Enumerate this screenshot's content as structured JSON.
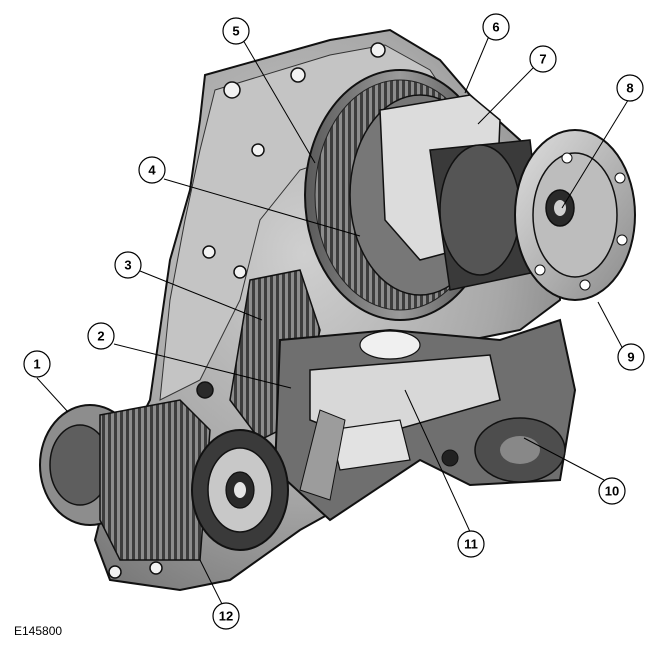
{
  "figure": {
    "id": "E145800"
  },
  "callouts": [
    {
      "number": "1"
    },
    {
      "number": "2"
    },
    {
      "number": "3"
    },
    {
      "number": "4"
    },
    {
      "number": "5"
    },
    {
      "number": "6"
    },
    {
      "number": "7"
    },
    {
      "number": "8"
    },
    {
      "number": "9"
    },
    {
      "number": "10"
    },
    {
      "number": "11"
    },
    {
      "number": "12"
    }
  ],
  "colors": {
    "housing": "#a9a9a9",
    "housing_dark": "#6e6e6e",
    "shadow": "#3a3a3a",
    "highlight": "#e6e6e6",
    "outline": "#111111"
  }
}
